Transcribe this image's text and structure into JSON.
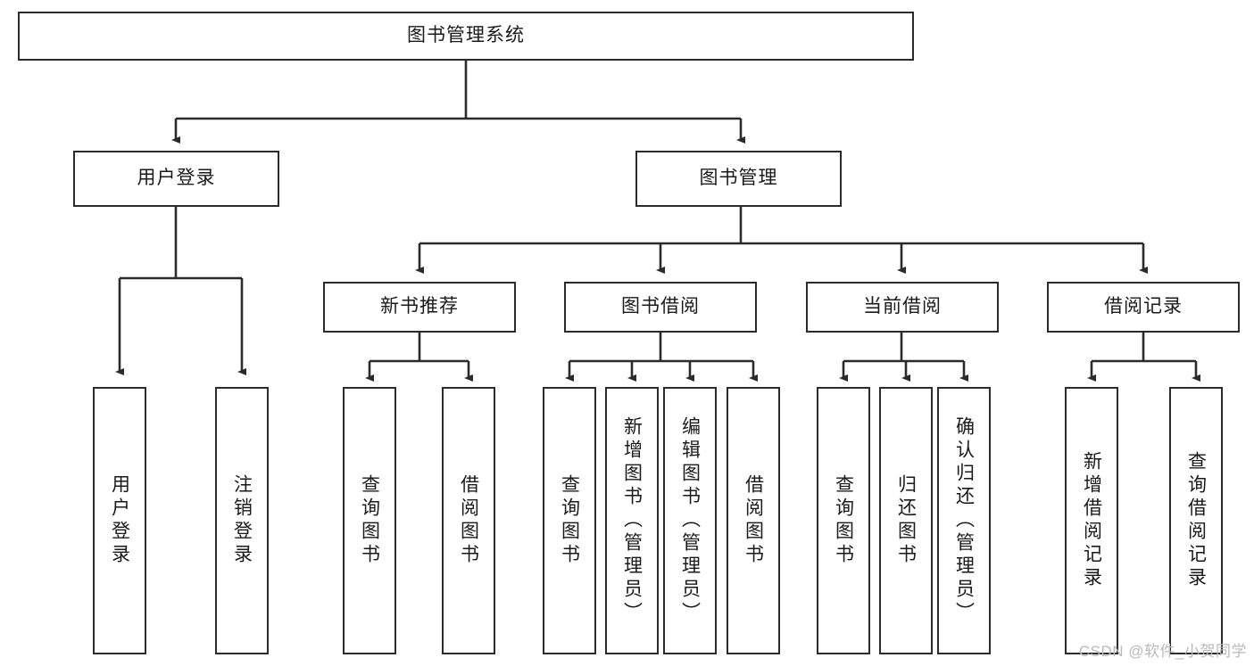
{
  "diagram": {
    "title": "图书管理系统",
    "type": "tree-hierarchy-diagram",
    "colors": {
      "box_border": "#2b2b2b",
      "box_fill": "#ffffff",
      "edge": "#2b2b2b",
      "text": "#1a1a1a",
      "watermark": "#b9b9b9",
      "background": "#ffffff"
    },
    "root": {
      "label": "图书管理系统"
    },
    "level2": [
      {
        "label": "用户登录"
      },
      {
        "label": "图书管理"
      }
    ],
    "level3": [
      {
        "label": "新书推荐"
      },
      {
        "label": "图书借阅"
      },
      {
        "label": "当前借阅"
      },
      {
        "label": "借阅记录"
      }
    ],
    "leaves": {
      "user_login": [
        {
          "label": "用户登录"
        },
        {
          "label": "注销登录"
        }
      ],
      "new_book_recommend": [
        {
          "label": "查询图书"
        },
        {
          "label": "借阅图书"
        }
      ],
      "book_borrow": [
        {
          "label": "查询图书"
        },
        {
          "label": "新增图书（管理员）"
        },
        {
          "label": "编辑图书（管理员）"
        },
        {
          "label": "借阅图书"
        }
      ],
      "current_borrow": [
        {
          "label": "查询图书"
        },
        {
          "label": "归还图书"
        },
        {
          "label": "确认归还（管理员）"
        }
      ],
      "borrow_records": [
        {
          "label": "新增借阅记录"
        },
        {
          "label": "查询借阅记录"
        }
      ]
    }
  },
  "watermark": {
    "text": "CSDN @软件_小贺同学"
  }
}
